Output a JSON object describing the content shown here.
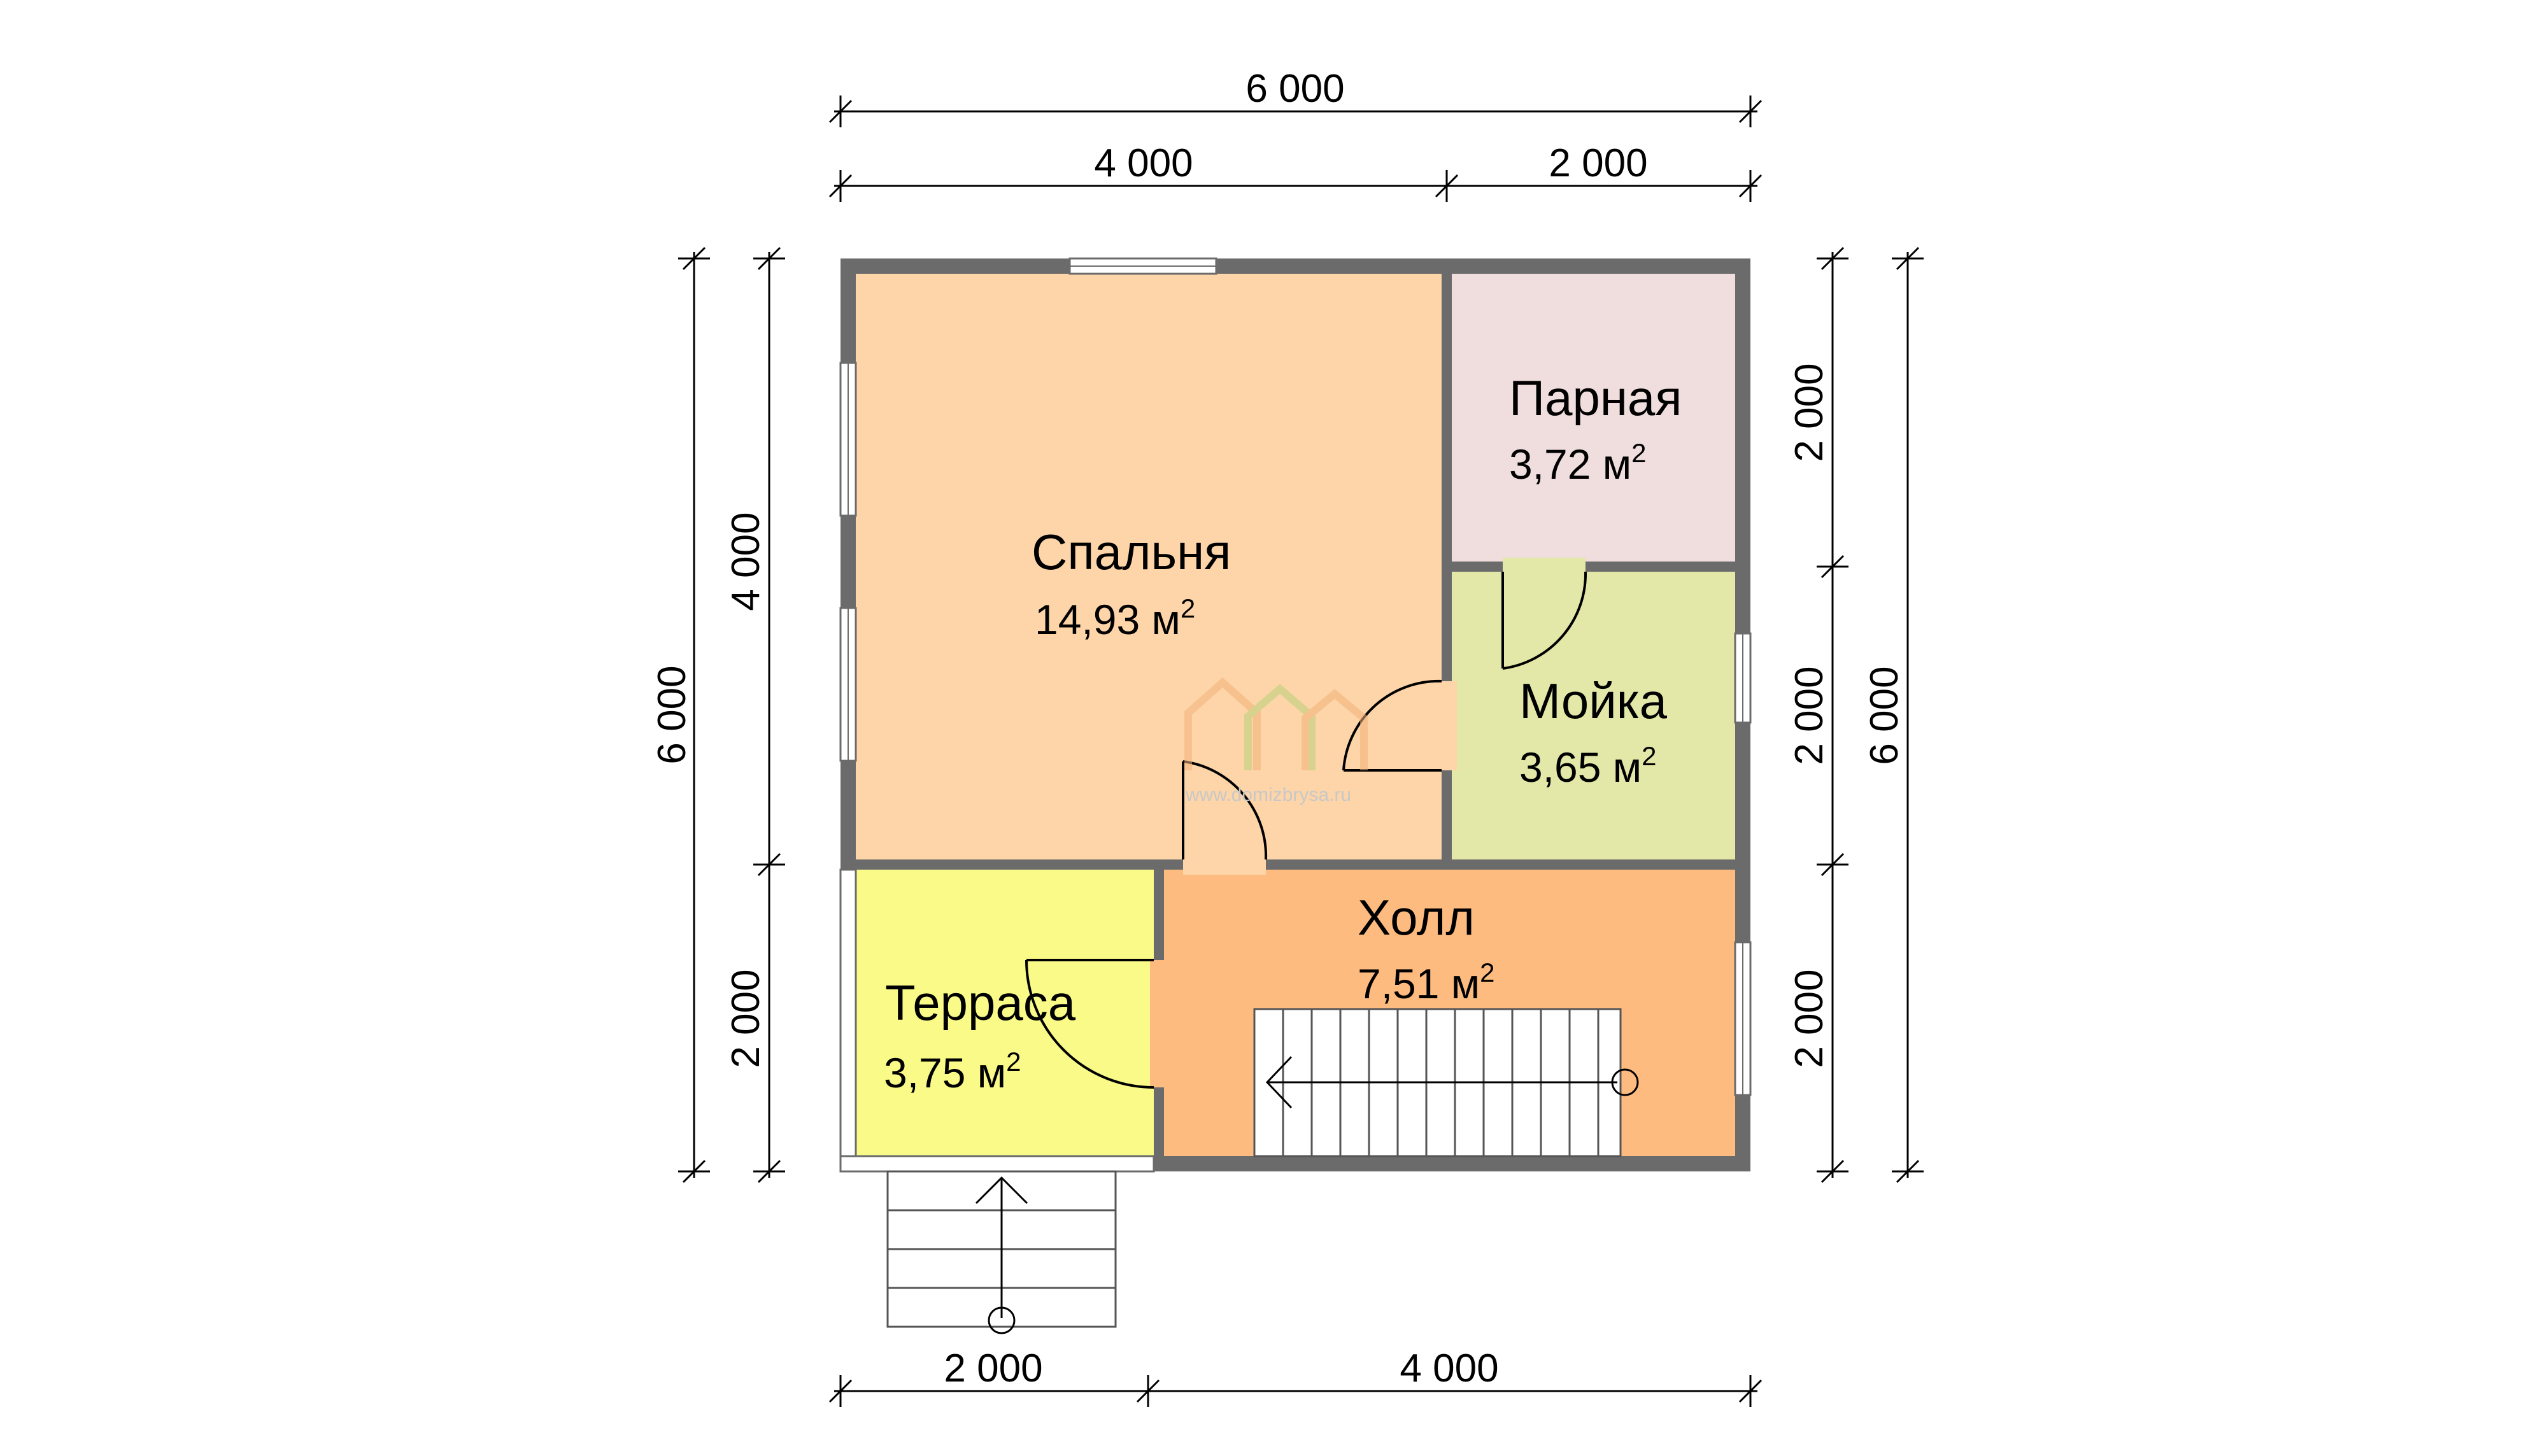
{
  "dimensions": {
    "top_total": "6 000",
    "top_left": "4 000",
    "top_right": "2 000",
    "bottom_left": "2 000",
    "bottom_right": "4 000",
    "left_total": "6 000",
    "left_upper": "4 000",
    "left_lower": "2 000",
    "right_upper": "2 000",
    "right_middle": "2 000",
    "right_lower": "2 000",
    "right_total": "6 000"
  },
  "rooms": {
    "bedroom": {
      "name": "Спальня",
      "area": "14,93 м",
      "area_sup": "2",
      "color": "#fdd5a8"
    },
    "steam_room": {
      "name": "Парная",
      "area": "3,72 м",
      "area_sup": "2",
      "color": "#efdedd"
    },
    "washroom": {
      "name": "Мойка",
      "area": "3,65 м",
      "area_sup": "2",
      "color": "#e3e8a8"
    },
    "hall": {
      "name": "Холл",
      "area": "7,51 м",
      "area_sup": "2",
      "color": "#fdbb80"
    },
    "terrace": {
      "name": "Терраса",
      "area": "3,75 м",
      "area_sup": "2",
      "color": "#fafa88"
    }
  },
  "watermark": {
    "url": "www.domizbrysa.ru"
  },
  "colors": {
    "wall": "#6b6b6b",
    "background": "#ffffff"
  }
}
